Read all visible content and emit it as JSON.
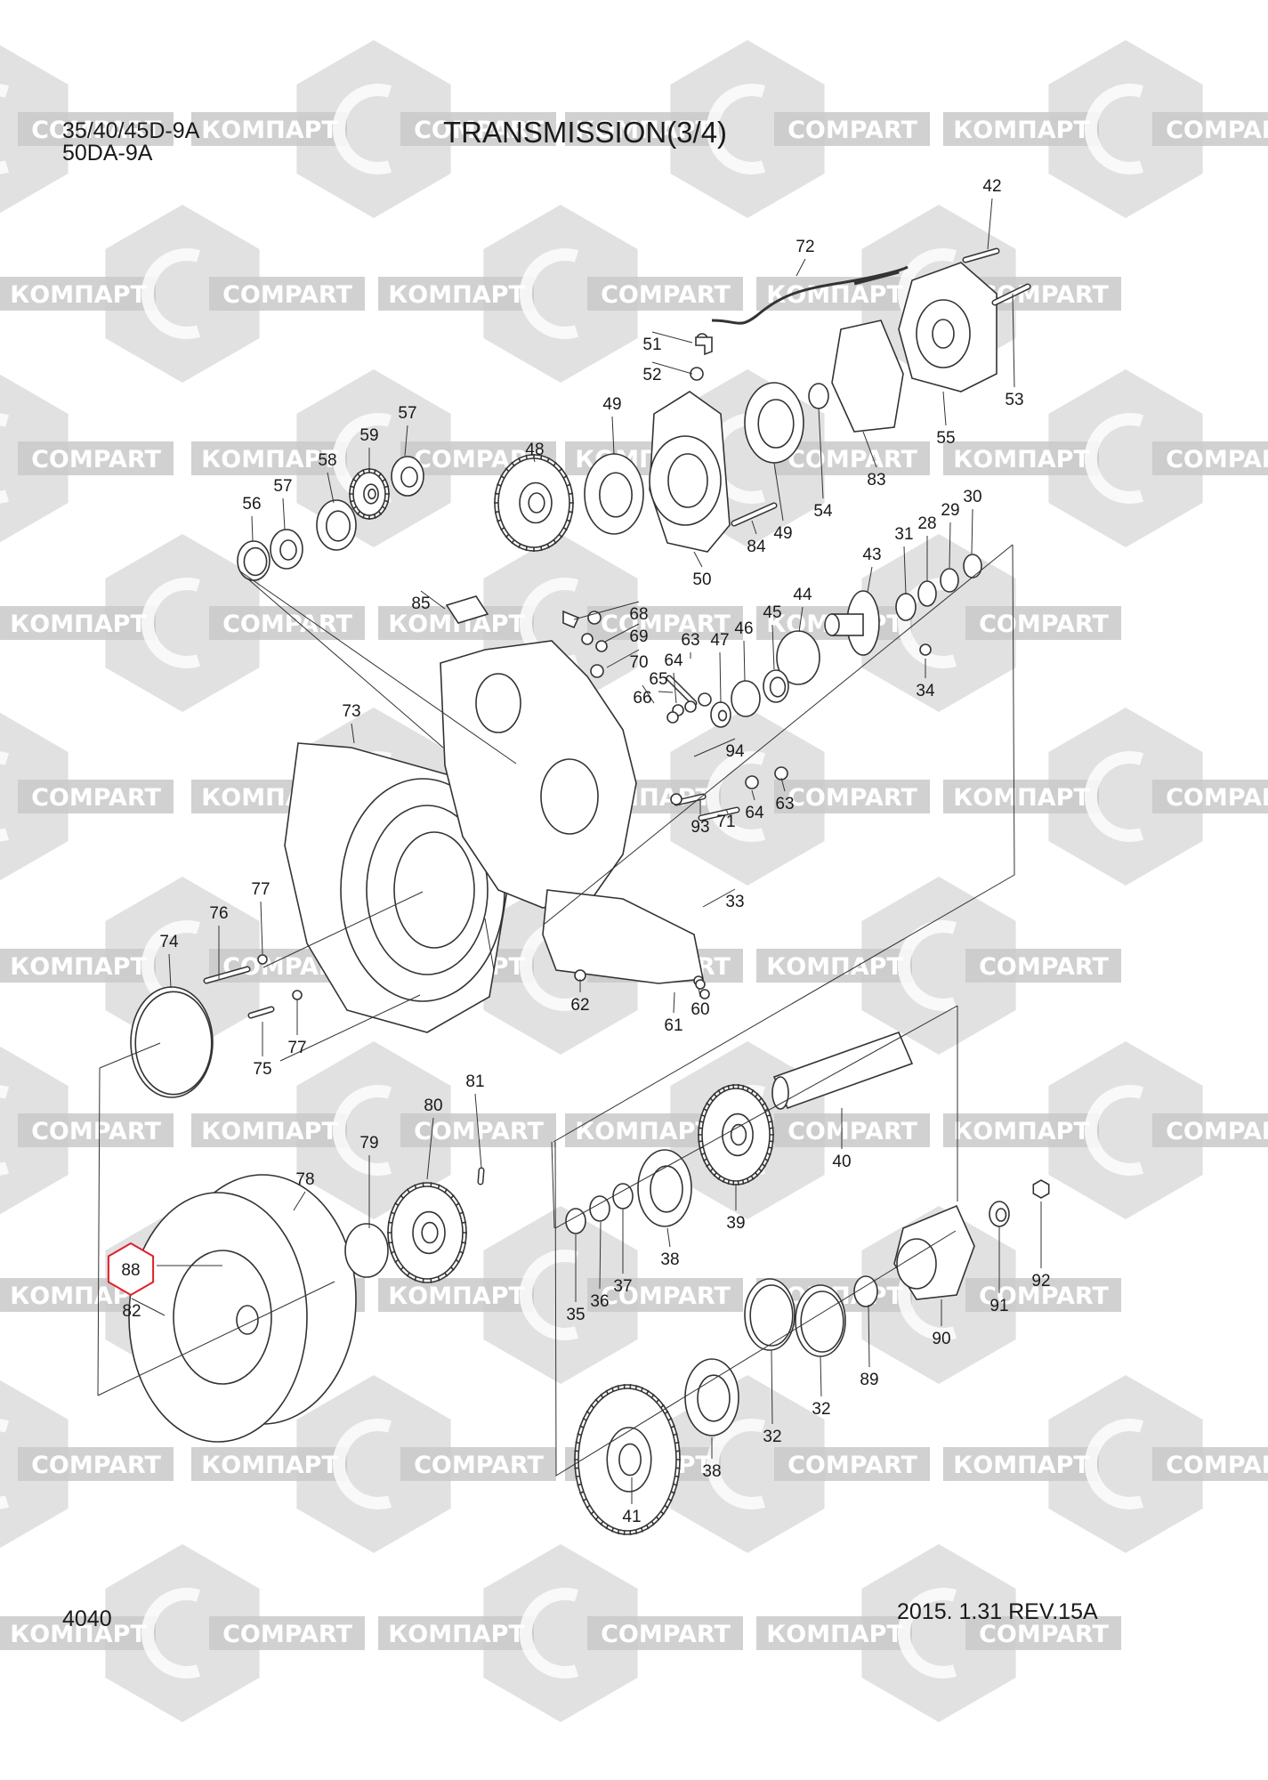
{
  "header": {
    "models": [
      "35/40/45D-9A",
      "50DA-9A"
    ],
    "title": "TRANSMISSION(3/4)"
  },
  "footer": {
    "page_number": "4040",
    "revision": "2015. 1.31  REV.15A"
  },
  "watermark": {
    "left_text": "КОМПАРТ",
    "right_text": "COMPART"
  },
  "colors": {
    "watermark": "#c9c9c9",
    "highlight": "#e0202a",
    "line": "#333333"
  },
  "parts": [
    "42",
    "72",
    "51",
    "52",
    "53",
    "55",
    "83",
    "54",
    "49",
    "57",
    "59",
    "58",
    "56",
    "48",
    "84",
    "50",
    "31",
    "28",
    "29",
    "30",
    "43",
    "85",
    "68",
    "69",
    "70",
    "63",
    "65",
    "64",
    "66",
    "47",
    "46",
    "45",
    "44",
    "34",
    "73",
    "94",
    "93",
    "71",
    "33",
    "77",
    "76",
    "74",
    "62",
    "61",
    "60",
    "75",
    "81",
    "80",
    "79",
    "78",
    "88",
    "82",
    "40",
    "39",
    "38",
    "35",
    "36",
    "37",
    "92",
    "91",
    "90",
    "89",
    "32",
    "41"
  ]
}
